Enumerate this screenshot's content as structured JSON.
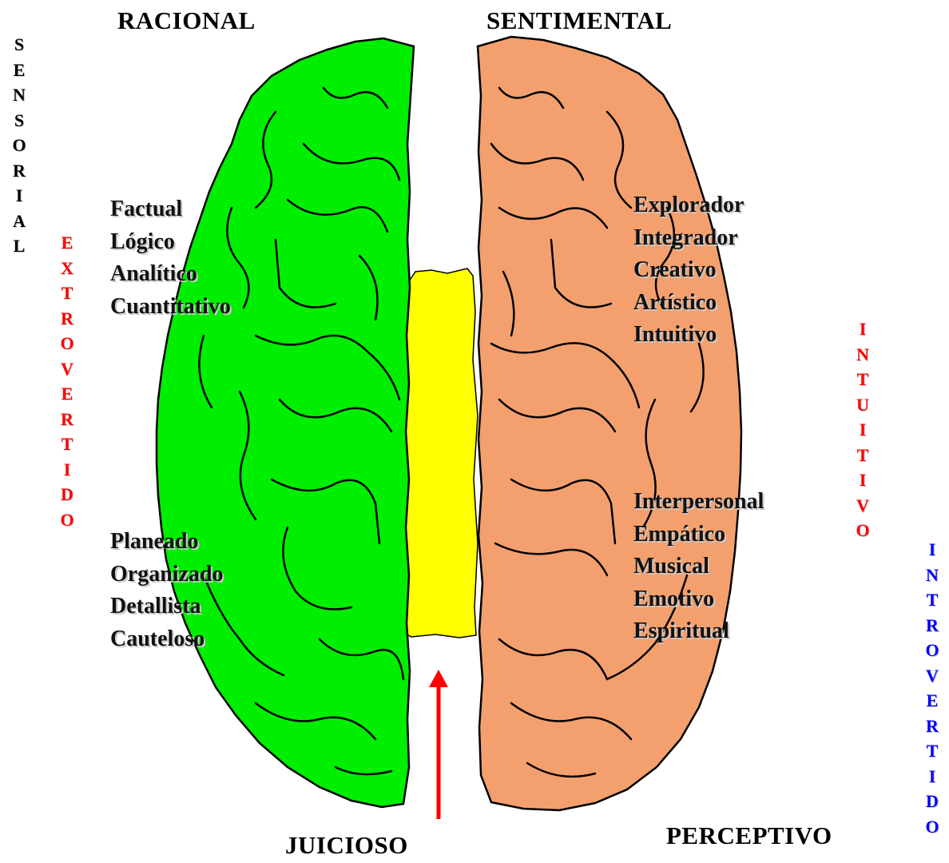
{
  "headers": {
    "top_left": "RACIONAL",
    "top_right": "SENTIMENTAL",
    "bottom_center": "JUICIOSO",
    "bottom_right": "PERCEPTIVO"
  },
  "vertical_labels": {
    "sensorial": {
      "text": "SENSORIAL",
      "color": "#000000"
    },
    "extrovertido": {
      "text": "EXTROVERTIDO",
      "color": "#ff0000"
    },
    "intuitivo": {
      "text": "INTUITIVO",
      "color": "#ff0000"
    },
    "introvertido": {
      "text": "INTROVERTIDO",
      "color": "#0000ff"
    }
  },
  "quadrants": {
    "upper_left": [
      "Factual",
      "Lógico",
      "Analítico",
      "Cuantitativo"
    ],
    "lower_left": [
      "Planeado",
      "Organizado",
      "Detallista",
      "Cauteloso"
    ],
    "upper_right": [
      "Explorador",
      "Integrador",
      "Creativo",
      "Artístico",
      "Intuitivo"
    ],
    "lower_right": [
      "Interpersonal",
      "Empático",
      "Musical",
      "Emotivo",
      "Espiritual"
    ]
  },
  "colors": {
    "left_hemisphere": "#00ee00",
    "right_hemisphere": "#f3a06e",
    "corpus": "#ffff00",
    "arrow": "#ff0000"
  }
}
